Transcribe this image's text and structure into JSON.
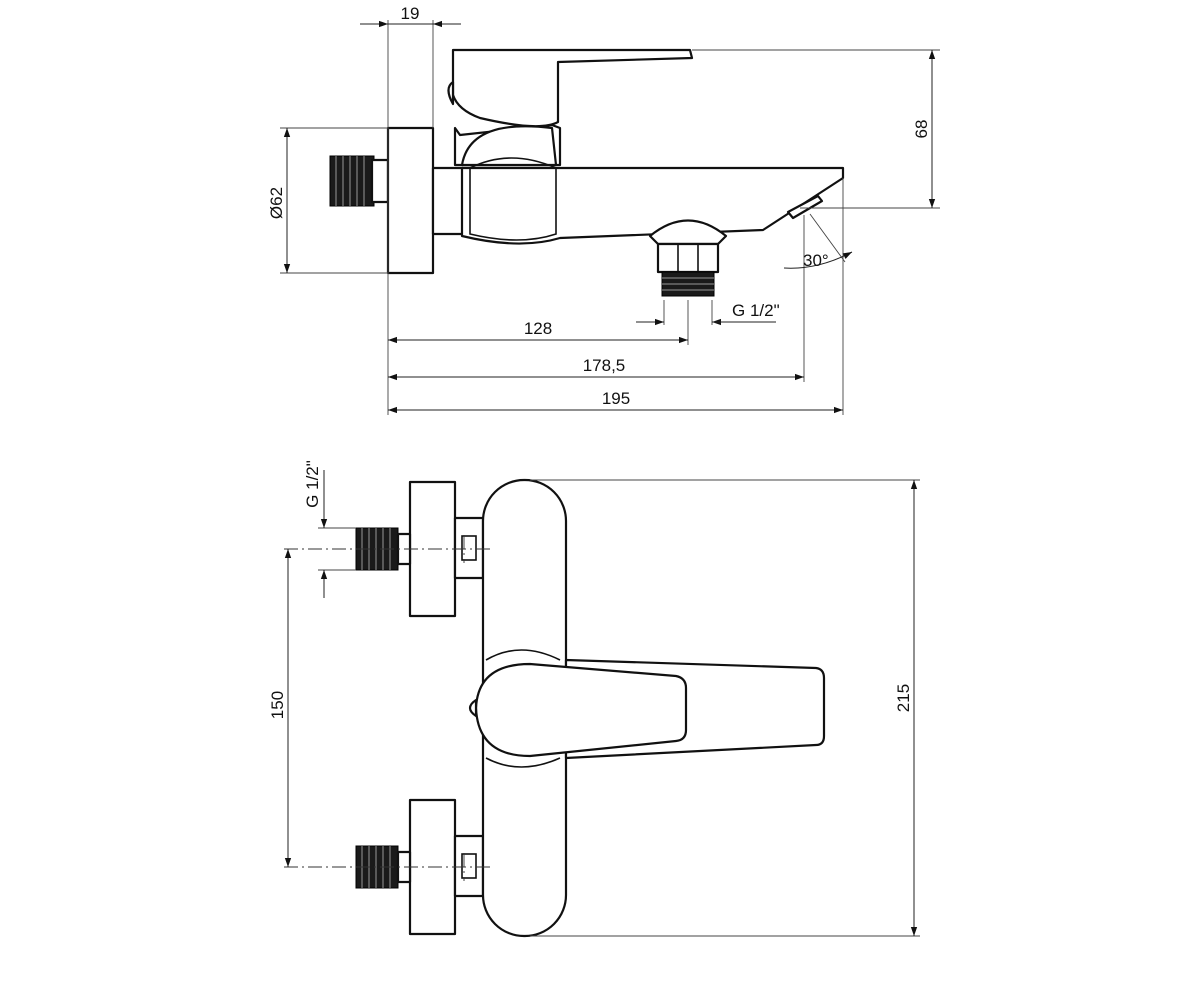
{
  "side_view": {
    "dim_depth": "19",
    "dim_height": "68",
    "dim_diameter": "Ø62",
    "dim_outlet_thread": "G 1/2\"",
    "dim_angle": "30°",
    "dim_outlet_pos": "128",
    "dim_spout_tip": "178,5",
    "dim_total_length": "195"
  },
  "top_view": {
    "dim_inlet_thread": "G 1/2\"",
    "dim_inlet_spacing": "150",
    "dim_body_height": "215"
  }
}
